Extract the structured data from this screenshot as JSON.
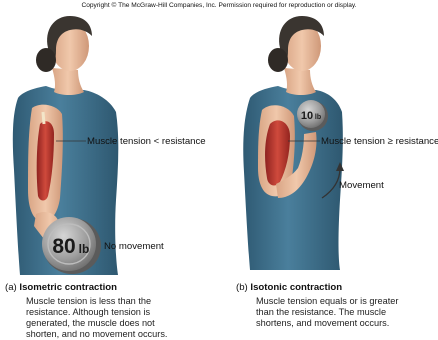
{
  "copyright": "Copyright © The McGraw-Hill Companies, Inc. Permission required for reproduction or display.",
  "panel_a": {
    "tension_label": "Muscle tension < resistance",
    "weight_value": "80",
    "weight_unit": "lb",
    "movement_label": "No movement",
    "caption_letter": "(a)",
    "caption_title": "Isometric contraction",
    "caption_lines": [
      "Muscle tension is less than the",
      "resistance. Although tension is",
      "generated, the muscle does not",
      "shorten, and no movement occurs."
    ]
  },
  "panel_b": {
    "tension_label": "Muscle tension ≥ resistance",
    "weight_value": "10",
    "weight_unit": "lb",
    "movement_label": "Movement",
    "caption_letter": "(b)",
    "caption_title": "Isotonic contraction",
    "caption_lines": [
      "Muscle tension equals or is greater",
      "than the resistance. The muscle",
      "shortens, and movement occurs."
    ]
  },
  "colors": {
    "tank_top": "#3f6f8a",
    "skin": "#e7b99a",
    "hair": "#3a3530",
    "muscle": "#b8332b",
    "weight": "#9a9a9a"
  }
}
